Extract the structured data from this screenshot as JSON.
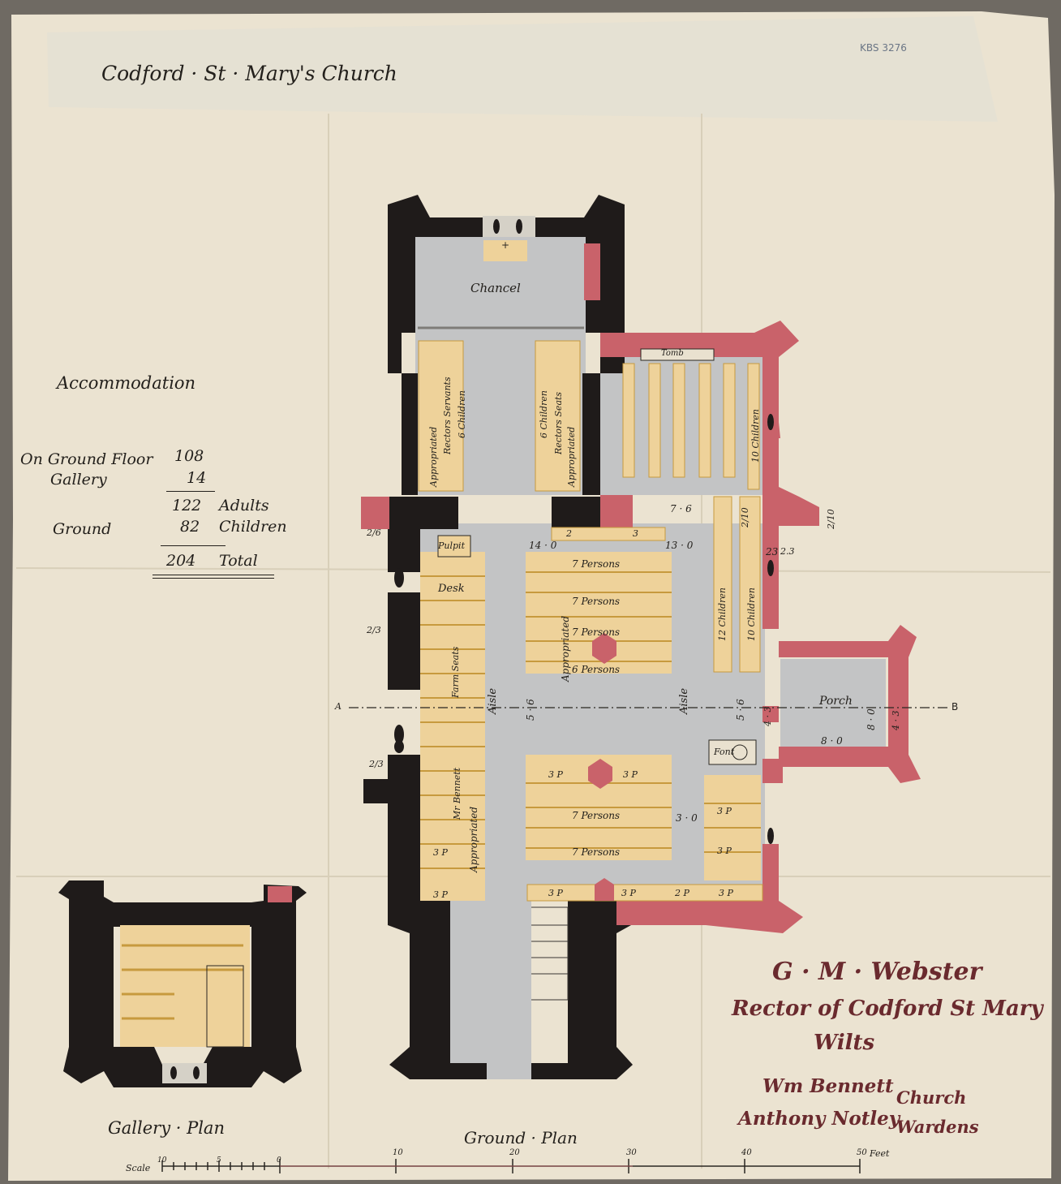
{
  "archive_ref": "KBS 3276",
  "title": "Codford · St · Mary's Church",
  "accommodation": {
    "heading": "Accommodation",
    "rows": [
      {
        "label": "On Ground Floor",
        "value": "108",
        "unit": ""
      },
      {
        "label": "Gallery",
        "value": "14",
        "unit": ""
      },
      {
        "label": "",
        "value": "122",
        "unit": "Adults"
      },
      {
        "label": "Ground",
        "value": "82",
        "unit": "Children"
      },
      {
        "label": "",
        "value": "204",
        "unit": "Total"
      }
    ]
  },
  "rooms": {
    "chancel": "Chancel",
    "porch": "Porch",
    "pulpit": "Pulpit",
    "desk": "Desk",
    "font": "Font",
    "tomb": "Tomb",
    "aisle": "Aisle"
  },
  "seat_labels": {
    "persons_7": "7 Persons",
    "persons_6": "6 Persons",
    "p3": "3 P",
    "p2": "2 P",
    "children_6": "6 Children",
    "children_10": "10 Children",
    "children_12": "12 Children",
    "rectors_seats": "Rectors Seats",
    "rectors_servants": "Rectors Servants",
    "appropriated": "Appropriated",
    "farm_seats": "Farm Seats",
    "mr_bennett": "Mr Bennett",
    "num_2": "2",
    "num_3": "3",
    "num_23": "23"
  },
  "dimensions": {
    "d14_0": "14 · 0",
    "d13_0": "13 · 0",
    "d7_6": "7 · 6",
    "d5_6": "5 · 6",
    "d8_0": "8 · 0",
    "d3_0": "3 · 0",
    "d4_3": "4 · 3",
    "d2_6": "2/6",
    "d2_3": "2/3",
    "d2_10": "2/10",
    "d2_3b": "2.3"
  },
  "section_line": {
    "label_left": "A",
    "label_right": "B"
  },
  "captions": {
    "gallery_plan": "Gallery · Plan",
    "ground_plan": "Ground · Plan"
  },
  "scale": {
    "label": "Scale",
    "feet": "Feet",
    "ticks": [
      "10",
      "5",
      "0",
      "10",
      "20",
      "30",
      "40",
      "50"
    ]
  },
  "signatures": {
    "rector_name": "G · M · Webster",
    "rector_title": "Rector of Codford St Mary",
    "county": "Wilts",
    "warden_1": "Wm Bennett",
    "warden_2": "Anthony Notley",
    "wardens_title": "Church Wardens"
  },
  "colors": {
    "paper": "#e9e1cf",
    "wall_black": "#1f1b1a",
    "wall_new": "#c9626a",
    "floor_grey": "#c3c4c5",
    "pews": "#eed29a",
    "pew_rule": "#c79a3e",
    "ink": "#23201c",
    "signature_ink": "#6a2a2e"
  }
}
